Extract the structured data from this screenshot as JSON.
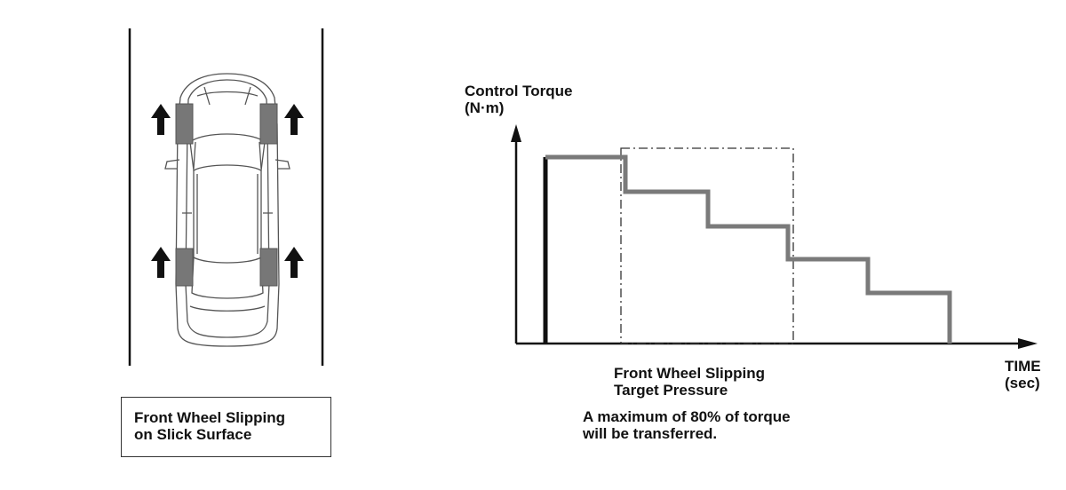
{
  "left_panel": {
    "caption_line1": "Front Wheel Slipping",
    "caption_line2": "on Slick Surface"
  },
  "chart": {
    "ylabel_line1": "Control Torque",
    "ylabel_line2": "(N·m)",
    "xlabel_line1": "TIME",
    "xlabel_line2": "(sec)",
    "box_label_line1": "Front Wheel Slipping",
    "box_label_line2": "Target Pressure",
    "note_line1": "A maximum of 80% of torque",
    "note_line2": "will be transferred."
  },
  "colors": {
    "line": "#7a7a7a",
    "tire": "#777777",
    "axis": "#111111"
  }
}
